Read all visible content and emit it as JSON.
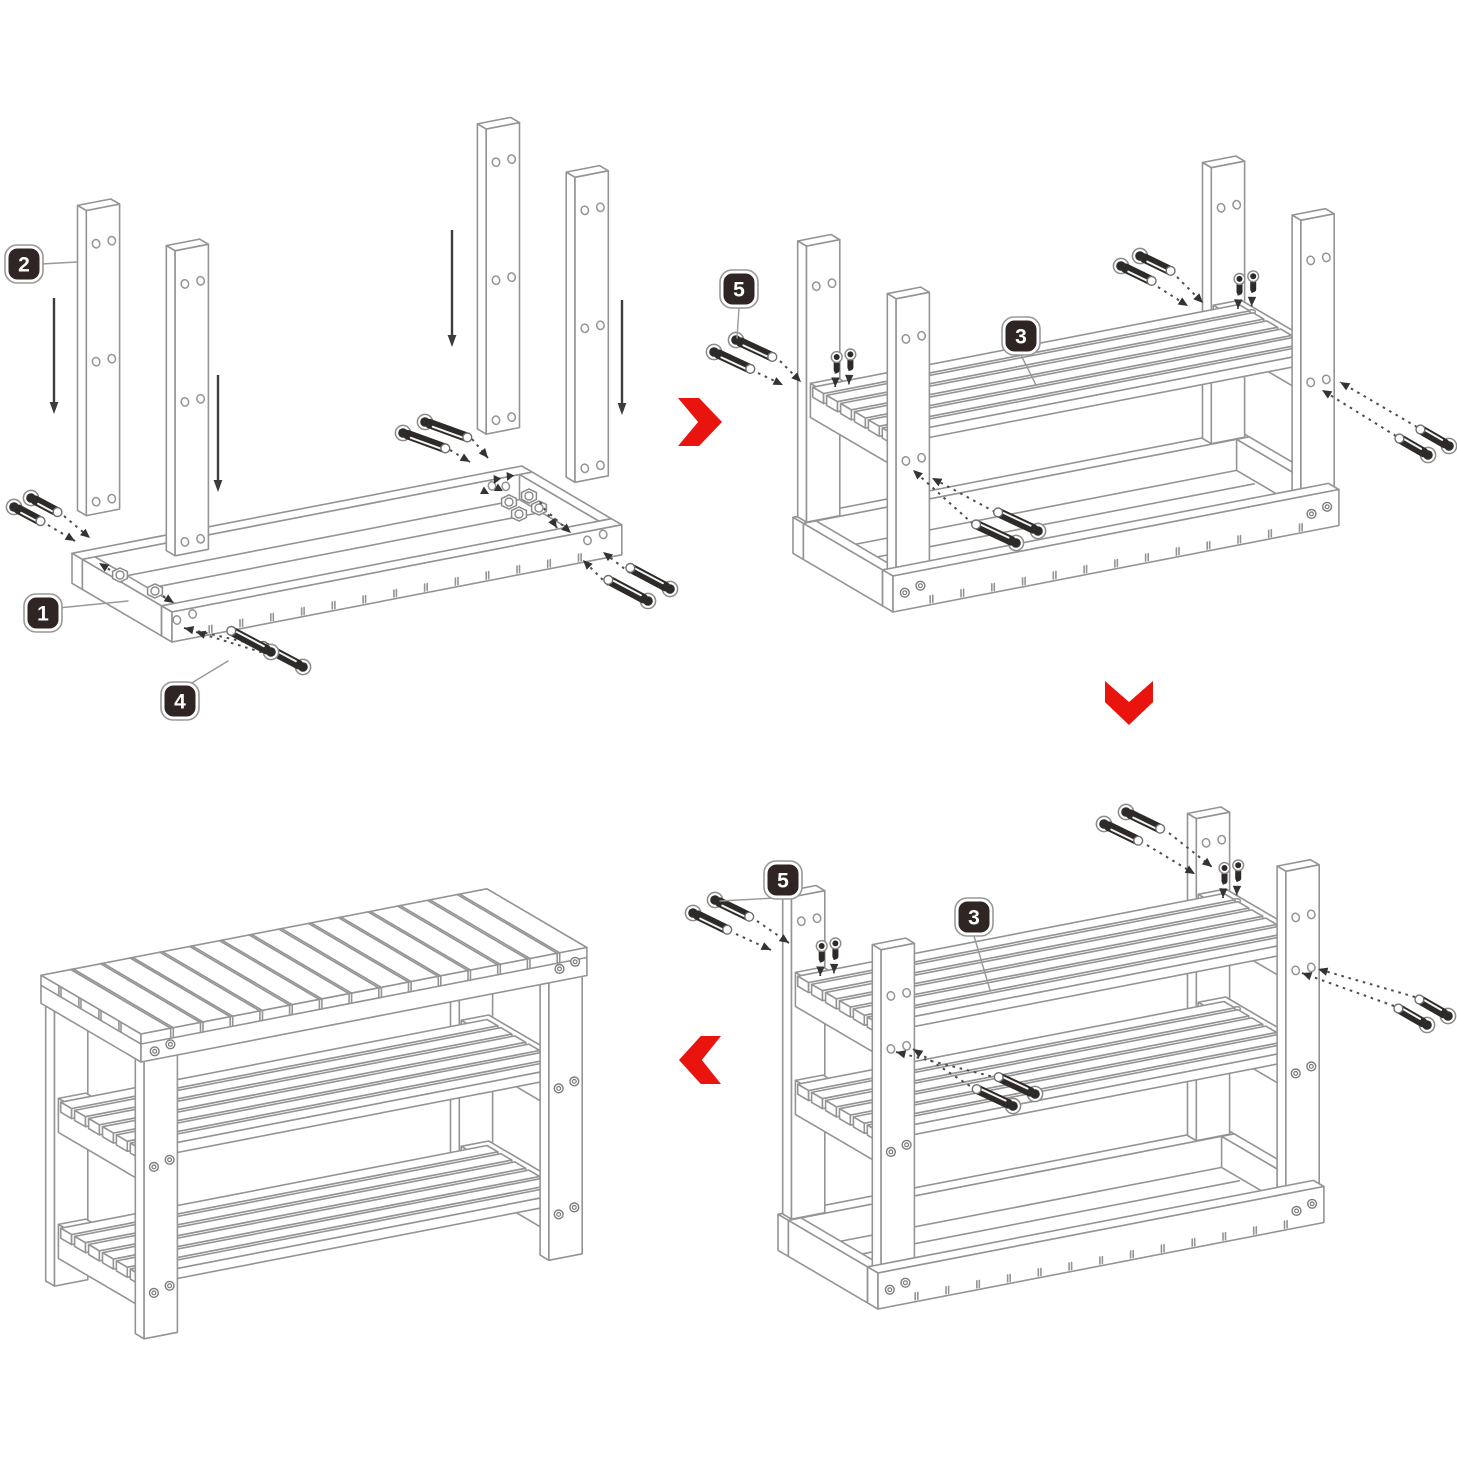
{
  "document": {
    "type": "furniture-assembly-instruction-diagram",
    "product": "shoe rack bench",
    "background": "#ffffff",
    "panel_count": 4
  },
  "colors": {
    "line": "#949494",
    "dark_line": "#3c3c3c",
    "screw_body": "#2d2a28",
    "badge_fill": "#2f2523",
    "badge_text": "#ffffff",
    "badge_ring": "#999999",
    "flow_arrow_red": "#e9140e",
    "paper": "#ffffff"
  },
  "panels": [
    {
      "name": "step-1",
      "position": "top-left",
      "description": "Attach the four side panels to the base frame with bolts and hex nuts",
      "part_badges": [
        {
          "label": "2",
          "part": "side panel"
        },
        {
          "label": "1",
          "part": "base frame"
        },
        {
          "label": "4",
          "part": "bolt"
        }
      ],
      "hardware": {
        "bolt_pairs": 4,
        "hex_nuts": 6,
        "insertion_arrows": 4
      }
    },
    {
      "name": "step-2",
      "position": "top-right",
      "description": "Insert the first shelf between the side panels (bench shown upside down) and fix with bolts",
      "part_badges": [
        {
          "label": "5",
          "part": "bolt"
        },
        {
          "label": "3",
          "part": "shelf"
        }
      ],
      "hardware": {
        "bolt_pairs": 4,
        "vertical_screws": 4
      }
    },
    {
      "name": "step-3",
      "position": "bottom-right",
      "description": "Insert the second shelf between the side panels and fix with bolts",
      "part_badges": [
        {
          "label": "5",
          "part": "bolt"
        },
        {
          "label": "3",
          "part": "shelf"
        }
      ],
      "hardware": {
        "bolt_pairs": 4,
        "vertical_screws": 4
      }
    },
    {
      "name": "final",
      "position": "bottom-left",
      "description": "Assembled shoe rack bench turned upright",
      "part_badges": [],
      "hardware": {}
    }
  ],
  "flow_arrows": [
    {
      "from": "step-1",
      "to": "step-2",
      "direction": "right"
    },
    {
      "from": "step-2",
      "to": "step-3",
      "direction": "down"
    },
    {
      "from": "step-3",
      "to": "final",
      "direction": "left"
    }
  ]
}
